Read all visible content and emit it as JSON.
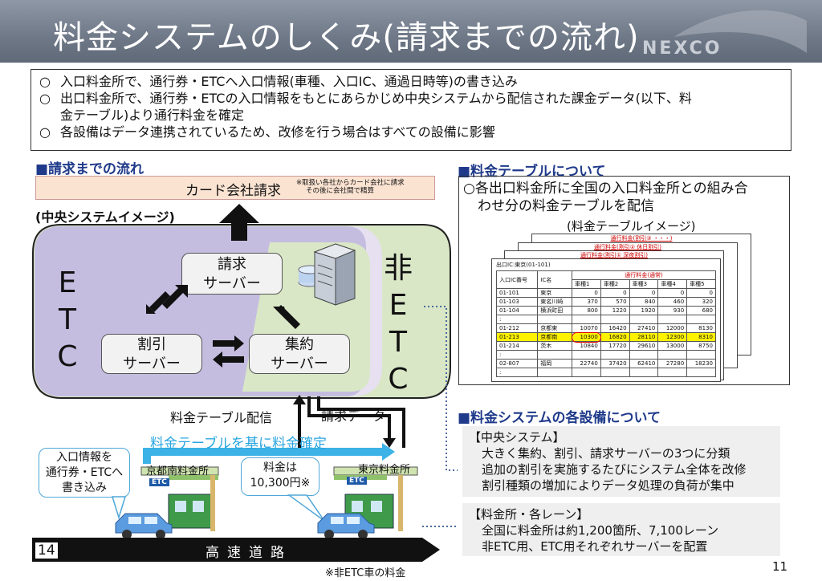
{
  "header": {
    "title": "料金システムのしくみ(請求までの流れ)",
    "logo": "NEXCO"
  },
  "summary": {
    "bullet": "○",
    "items": [
      "入口料金所で、通行券・ETCへ入口情報(車種、入口IC、通過日時等)の書き込み",
      "出口料金所で、通行券・ETCの入口情報をもとにあらかじめ中央システムから配信された課金データ(以下、料",
      "金テーブル)より通行料金を確定",
      "各設備はデータ連携されているため、改修を行う場合はすべての設備に影響"
    ]
  },
  "flow": {
    "heading": "■請求までの流れ",
    "card_company": "カード会社請求",
    "card_note_1": "※取扱い各社からカード会社に請求",
    "card_note_2": "その後に会社間で精算",
    "central_label": "(中央システムイメージ)",
    "etc": [
      "E",
      "T",
      "C"
    ],
    "non_etc": [
      "非",
      "E",
      "T",
      "C"
    ],
    "billing_server": [
      "請求",
      "サーバー"
    ],
    "discount_server": [
      "割引",
      "サーバー"
    ],
    "aggregation_server": [
      "集約",
      "サーバー"
    ],
    "fare_table_delivery": "料金テーブル配信",
    "billing_data": "請求データ",
    "determine_fare": "料金テーブルを基に料金確定",
    "entry_bubble": [
      "入口情報を",
      "通行券・ETCへ",
      "書き込み"
    ],
    "fare_bubble": [
      "料金は",
      "10,300円※"
    ],
    "kyoto_booth": "京都南料金所",
    "tokyo_booth": "東京料金所",
    "etc_sign": "ETC",
    "road": "高速道路",
    "page_left": "14",
    "footnote": "※非ETC車の料金"
  },
  "table_section": {
    "heading": "■料金テーブルについて",
    "desc_1": "○各出口料金所に全国の入口料金所との組み合",
    "desc_2": "わせ分の料金テーブルを配信",
    "image_label": "(料金テーブルイメージ)",
    "sheet_titles": [
      "通行料金(割引③ ・・・)",
      "通行料金(割引② 休日割引)",
      "通行料金(割引① 深夜割引)"
    ],
    "exit_ic": "出口IC:東京(01-101)",
    "col_entry": "入口IC番号",
    "col_ic": "IC名",
    "col_fare": "通行料金(通常)",
    "col_cars": [
      "車種1",
      "車種2",
      "車種3",
      "車種4",
      "車種5"
    ],
    "rows": [
      {
        "no": "01-101",
        "name": "東京",
        "v": [
          "0",
          "0",
          "0",
          "0",
          "0"
        ]
      },
      {
        "no": "01-103",
        "name": "東名川崎",
        "v": [
          "370",
          "570",
          "840",
          "460",
          "320"
        ]
      },
      {
        "no": "01-104",
        "name": "横浜町田",
        "v": [
          "800",
          "1220",
          "1920",
          "930",
          "680"
        ]
      },
      {
        "no": ":",
        "name": "",
        "v": [
          "",
          "",
          "",
          "",
          ""
        ]
      },
      {
        "no": "01-212",
        "name": "京都東",
        "v": [
          "10070",
          "16420",
          "27410",
          "12000",
          "8130"
        ]
      },
      {
        "no": "01-213",
        "name": "京都南",
        "v": [
          "10300",
          "16820",
          "28110",
          "12300",
          "8310"
        ]
      },
      {
        "no": "01-214",
        "name": "茨木",
        "v": [
          "10840",
          "17720",
          "29610",
          "13000",
          "8750"
        ]
      },
      {
        "no": ":",
        "name": "",
        "v": [
          "",
          "",
          "",
          "",
          ""
        ]
      },
      {
        "no": "02-807",
        "name": "福岡",
        "v": [
          "22740",
          "37420",
          "62410",
          "27280",
          "18230"
        ]
      },
      {
        "no": ":",
        "name": "",
        "v": [
          "",
          "",
          "",
          "",
          ""
        ]
      }
    ]
  },
  "equipment": {
    "heading": "■料金システムの各設備について",
    "central_title": "【中央システム】",
    "central_lines": [
      "大きく集約、割引、請求サーバーの3つに分類",
      "追加の割引を実施するたびにシステム全体を改修",
      "割引種類の増加によりデータ処理の負荷が集中"
    ],
    "booth_title": "【料金所・各レーン】",
    "booth_lines": [
      "全国に料金所は約1,200箇所、7,100レーン",
      "非ETC用、ETC用それぞれサーバーを配置"
    ]
  },
  "page_number": "11",
  "colors": {
    "header": "#6e7887",
    "etc_region": "#c5bde0",
    "non_etc_region": "#d9e7c6",
    "accent_blue": "#1f3a8a",
    "light_blue": "#3cb2e6"
  }
}
